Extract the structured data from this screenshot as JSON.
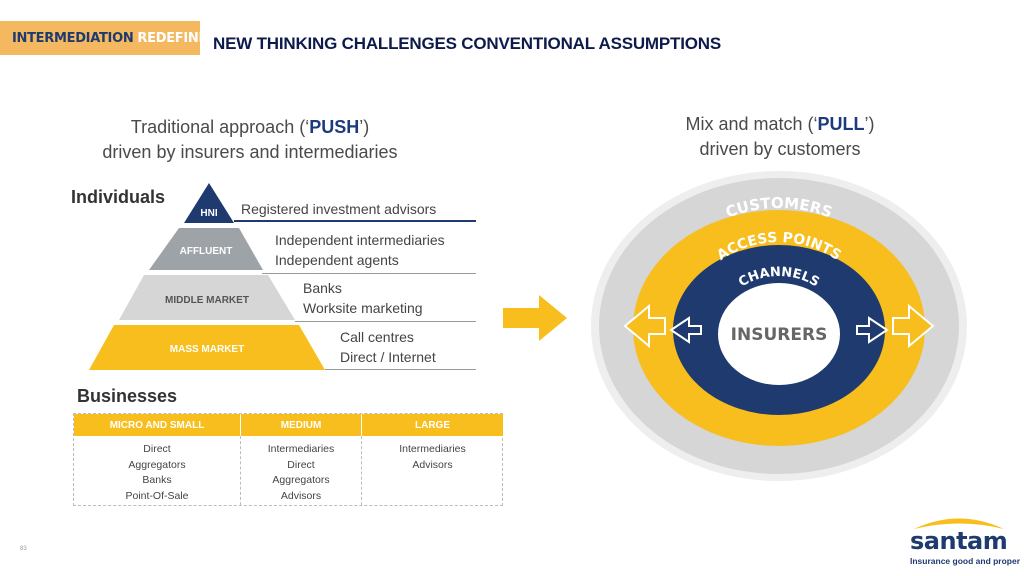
{
  "header": {
    "tag_part1": "INTERMEDIATION",
    "tag_part2": "REDEFINED",
    "title": "NEW THINKING CHALLENGES CONVENTIONAL ASSUMPTIONS"
  },
  "left": {
    "heading_pre": "Traditional approach (‘",
    "heading_keyword": "PUSH",
    "heading_post": "’)",
    "heading_line2": "driven by insurers and intermediaries",
    "individuals_label": "Individuals",
    "tiers": [
      {
        "label": "HNI",
        "lines": [
          "Registered investment advisors"
        ]
      },
      {
        "label": "AFFLUENT",
        "lines": [
          "Independent intermediaries",
          "Independent agents"
        ]
      },
      {
        "label": "MIDDLE MARKET",
        "lines": [
          "Banks",
          "Worksite marketing"
        ]
      },
      {
        "label": "MASS MARKET",
        "lines": [
          "Call centres",
          "Direct / Internet"
        ]
      }
    ],
    "businesses_label": "Businesses",
    "business_columns": [
      {
        "header": "MICRO AND SMALL",
        "items": [
          "Direct",
          "Aggregators",
          "Banks",
          "Point-Of-Sale"
        ]
      },
      {
        "header": "MEDIUM",
        "items": [
          "Intermediaries",
          "Direct",
          "Aggregators",
          "Advisors"
        ]
      },
      {
        "header": "LARGE",
        "items": [
          "Intermediaries",
          "Advisors"
        ]
      }
    ]
  },
  "right": {
    "heading_pre": "Mix and match (‘",
    "heading_keyword": "PULL",
    "heading_post": "’)",
    "heading_line2": "driven by customers",
    "rings": {
      "outer": "CUSTOMERS",
      "middle": "ACCESS POINTS",
      "inner": "CHANNELS",
      "center": "INSURERS"
    }
  },
  "logo": {
    "name": "santam",
    "tagline": "Insurance good and proper"
  },
  "footnote": "83",
  "colors": {
    "navy": "#1f3a6e",
    "yellow": "#f7be1e",
    "orange_tag": "#f4b860",
    "light_grey": "#d6d6d6",
    "mid_grey": "#9ea3a8"
  }
}
